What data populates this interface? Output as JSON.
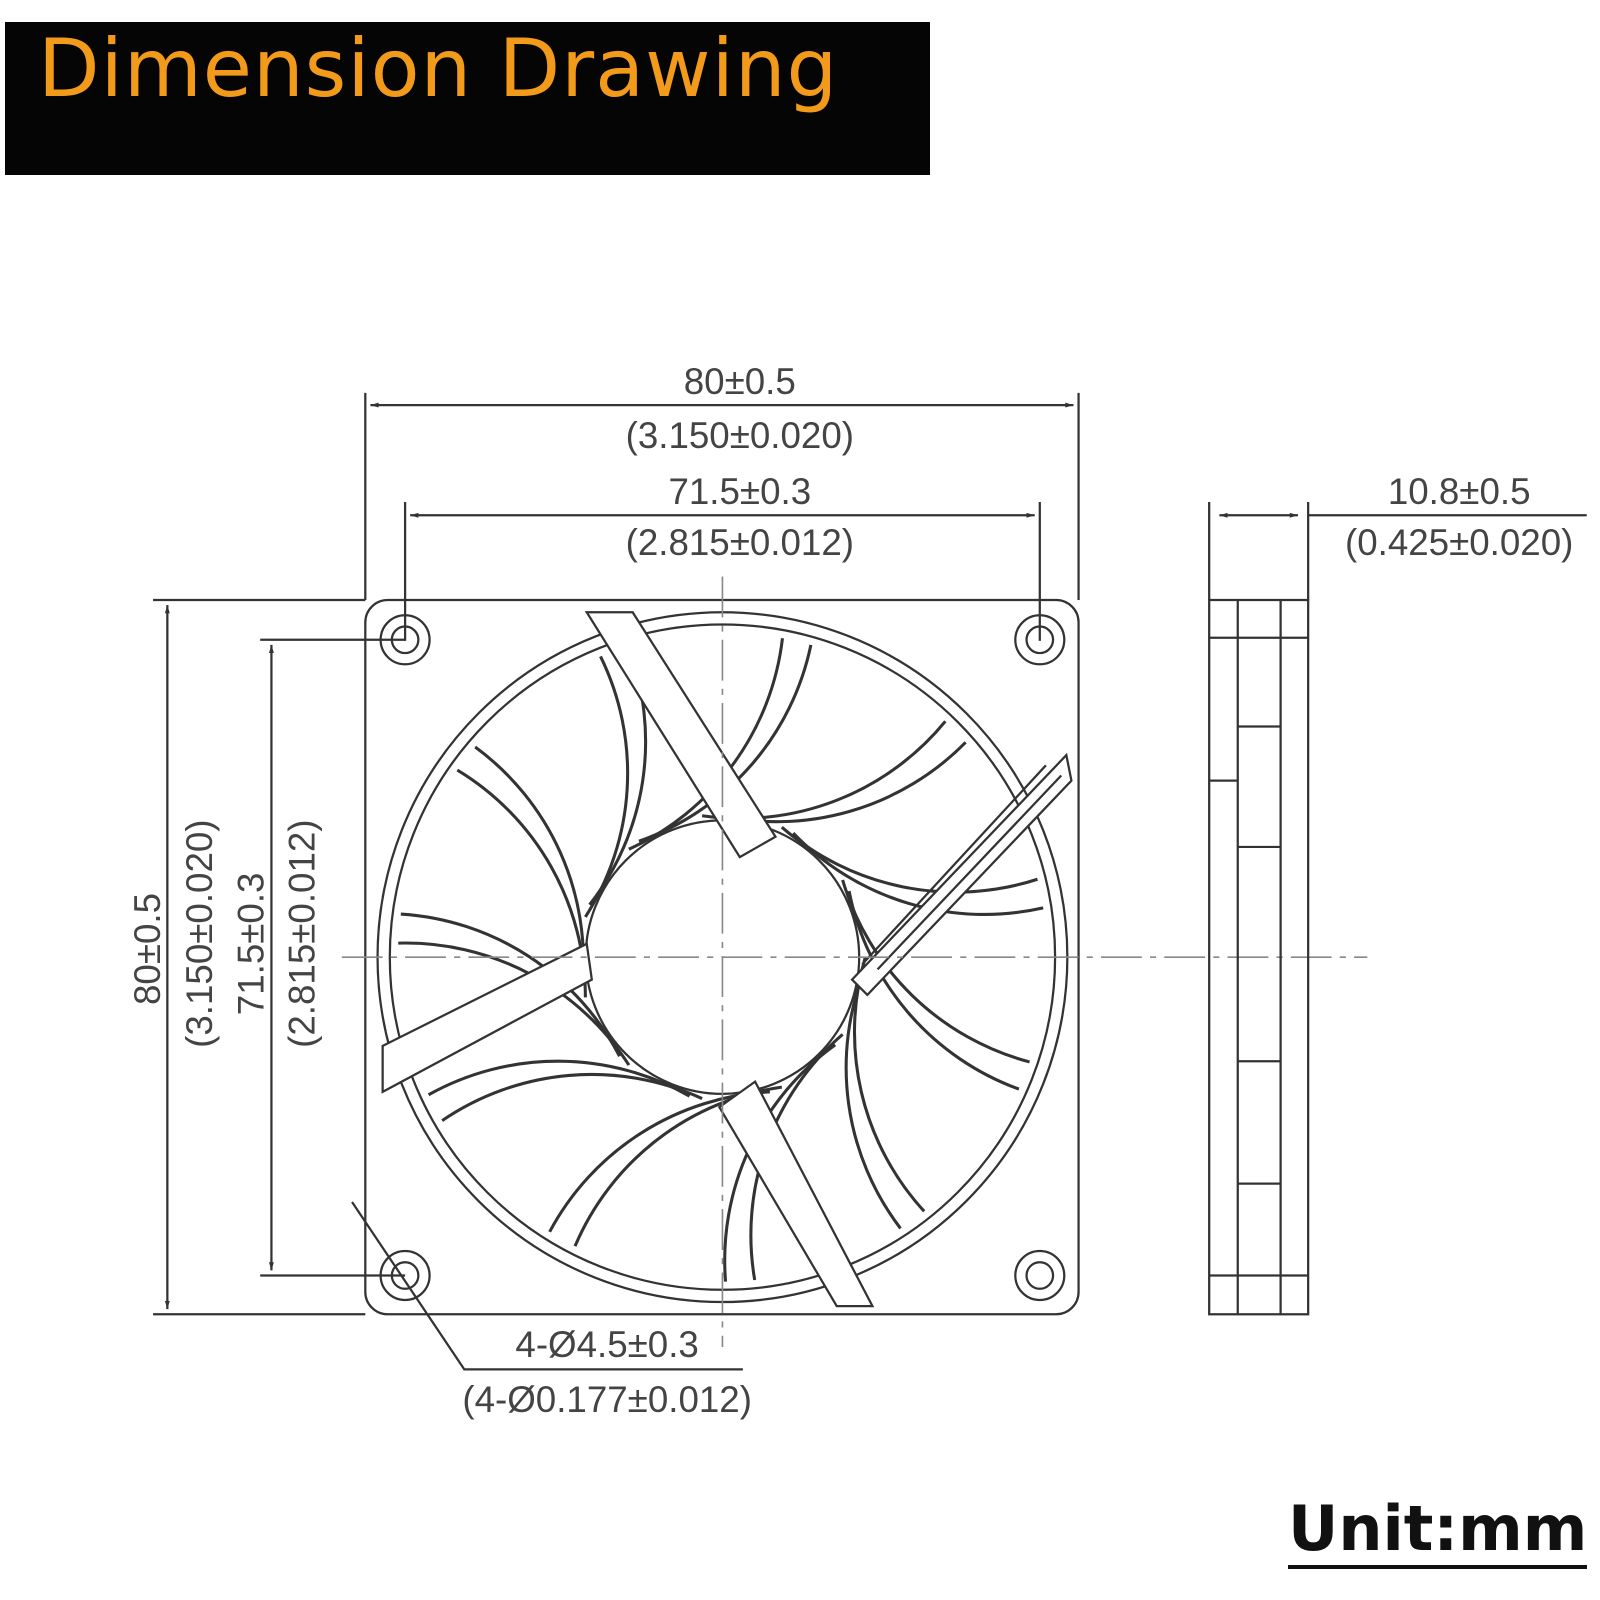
{
  "title": "Dimension Drawing",
  "colors": {
    "title_text": "#f29a1a",
    "banner_bg": "#050505",
    "line": "#333333"
  },
  "front_view": {
    "width_outer": "80±0.5",
    "width_outer_in": "(3.150±0.020)",
    "width_holes": "71.5±0.3",
    "width_holes_in": "(2.815±0.012)",
    "height_outer": "80±0.5",
    "height_outer_in": "(3.150±0.020)",
    "height_holes": "71.5±0.3",
    "height_holes_in": "(2.815±0.012)",
    "hole_dia": "4-Ø4.5±0.3",
    "hole_dia_in": "(4-Ø0.177±0.012)"
  },
  "side_view": {
    "thickness": "10.8±0.5",
    "thickness_in": "(0.425±0.020)"
  },
  "unit": "Unit:mm"
}
